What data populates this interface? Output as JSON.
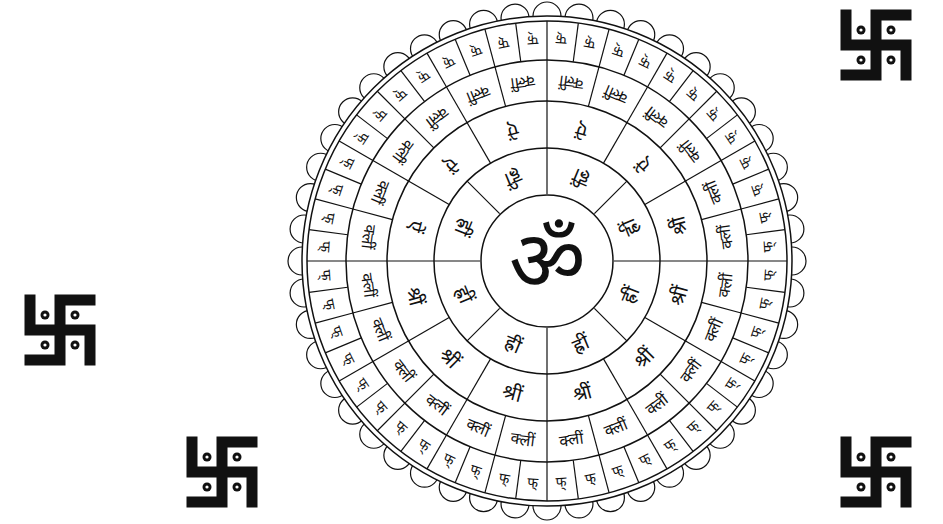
{
  "diagram": {
    "nodes": [
      {
        "text": [
          "ॐ"
        ]
      }
    ],
    "labels": [
      "ह्रीं",
      "ह्रीं",
      "ह्रीं",
      "ह्रीं",
      "ह्रीं",
      "ह्रीं",
      "ह्रीं",
      "ह्रीं",
      "ऐं",
      "ऐं",
      "श्रीं",
      "श्रीं",
      "श्रीं",
      "श्रीं",
      "श्रीं",
      "श्रीं",
      "श्रीं",
      "ऐं",
      "ऐं",
      "ऐं",
      "क्लीं",
      "क्लीं",
      "क्लीं",
      "क्लीं",
      "क्लीं",
      "क्लीं",
      "क्लीं",
      "क्लीं",
      "क्लीं",
      "क्लीं",
      "क्लीं",
      "क्लीं",
      "क्लीं",
      "क्लीं",
      "क्लीं",
      "क्लीं",
      "क्लीं",
      "क्लीं",
      "क्लीं",
      "क्लीं",
      "क्लीं",
      "क्लीं",
      "क्लीं",
      "क्लीं",
      "फ्",
      "फ्",
      "फ्",
      "फ्",
      "फ्",
      "फ्",
      "फ्",
      "फ्",
      "फ्",
      "फ्",
      "फ्",
      "फ्",
      "फ्",
      "फ्",
      "फ्",
      "फ्",
      "फ्",
      "फ्",
      "फ्",
      "फ्",
      "फ्",
      "फ्",
      "फ्",
      "फ्",
      "फ्",
      "फ्",
      "फ्",
      "फ्",
      "फ्",
      "फ्",
      "फ्",
      "फ्",
      "फ्",
      "फ्",
      "फ्",
      "फ्",
      "फ्",
      "फ्",
      "फ्",
      "फ्",
      "फ्",
      "फ्",
      "फ्",
      "फ्",
      "फ्",
      "फ्",
      "फ्",
      "फ्"
    ]
  }
}
